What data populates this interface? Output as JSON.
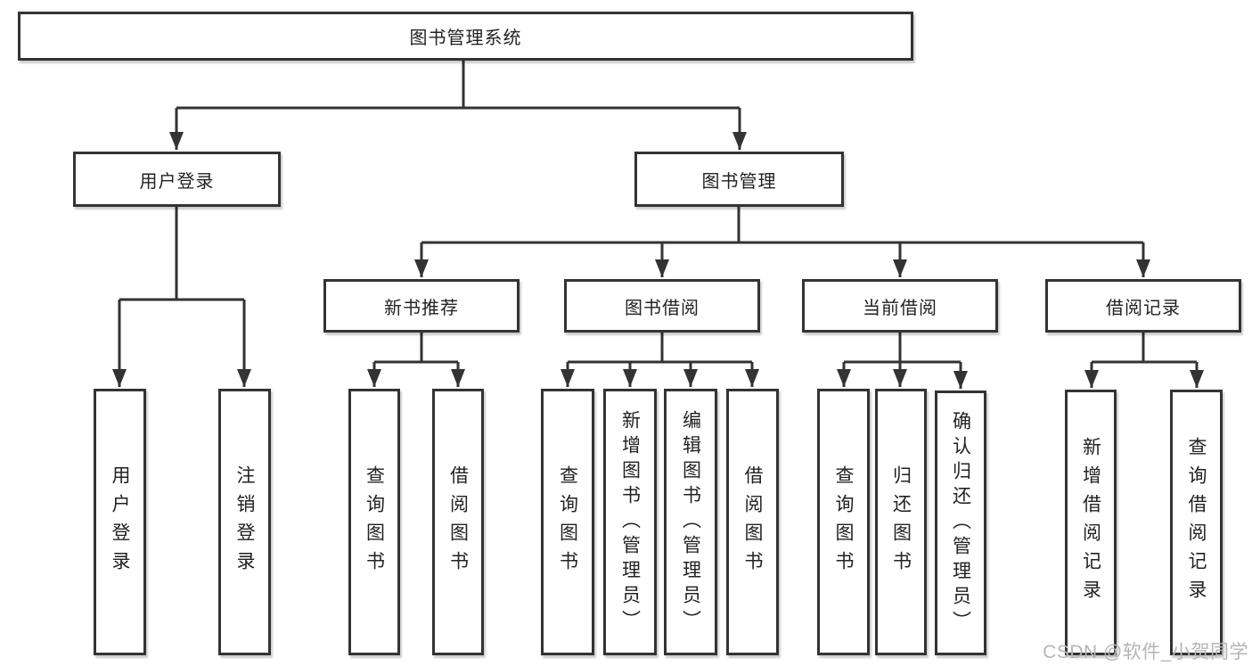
{
  "diagram": {
    "root": "图书管理系统",
    "branches": [
      {
        "label": "用户登录",
        "children": [
          {
            "label": "用户登录"
          },
          {
            "label": "注销登录"
          }
        ]
      },
      {
        "label": "图书管理",
        "children": [
          {
            "label": "新书推荐",
            "children": [
              {
                "label": "查询图书"
              },
              {
                "label": "借阅图书"
              }
            ]
          },
          {
            "label": "图书借阅",
            "children": [
              {
                "label": "查询图书"
              },
              {
                "label": "新增图书（管理员）"
              },
              {
                "label": "编辑图书（管理员）"
              },
              {
                "label": "借阅图书"
              }
            ]
          },
          {
            "label": "当前借阅",
            "children": [
              {
                "label": "查询图书"
              },
              {
                "label": "归还图书"
              },
              {
                "label": "确认归还（管理员）"
              }
            ]
          },
          {
            "label": "借阅记录",
            "children": [
              {
                "label": "新增借阅记录"
              },
              {
                "label": "查询借阅记录"
              }
            ]
          }
        ]
      }
    ]
  },
  "watermark": {
    "text": "CSDN @软件_小贺同学"
  },
  "colors": {
    "line": "#333333",
    "box_border": "#333333",
    "text": "#222222",
    "watermark": "#b5b5b5",
    "background": "#ffffff"
  }
}
